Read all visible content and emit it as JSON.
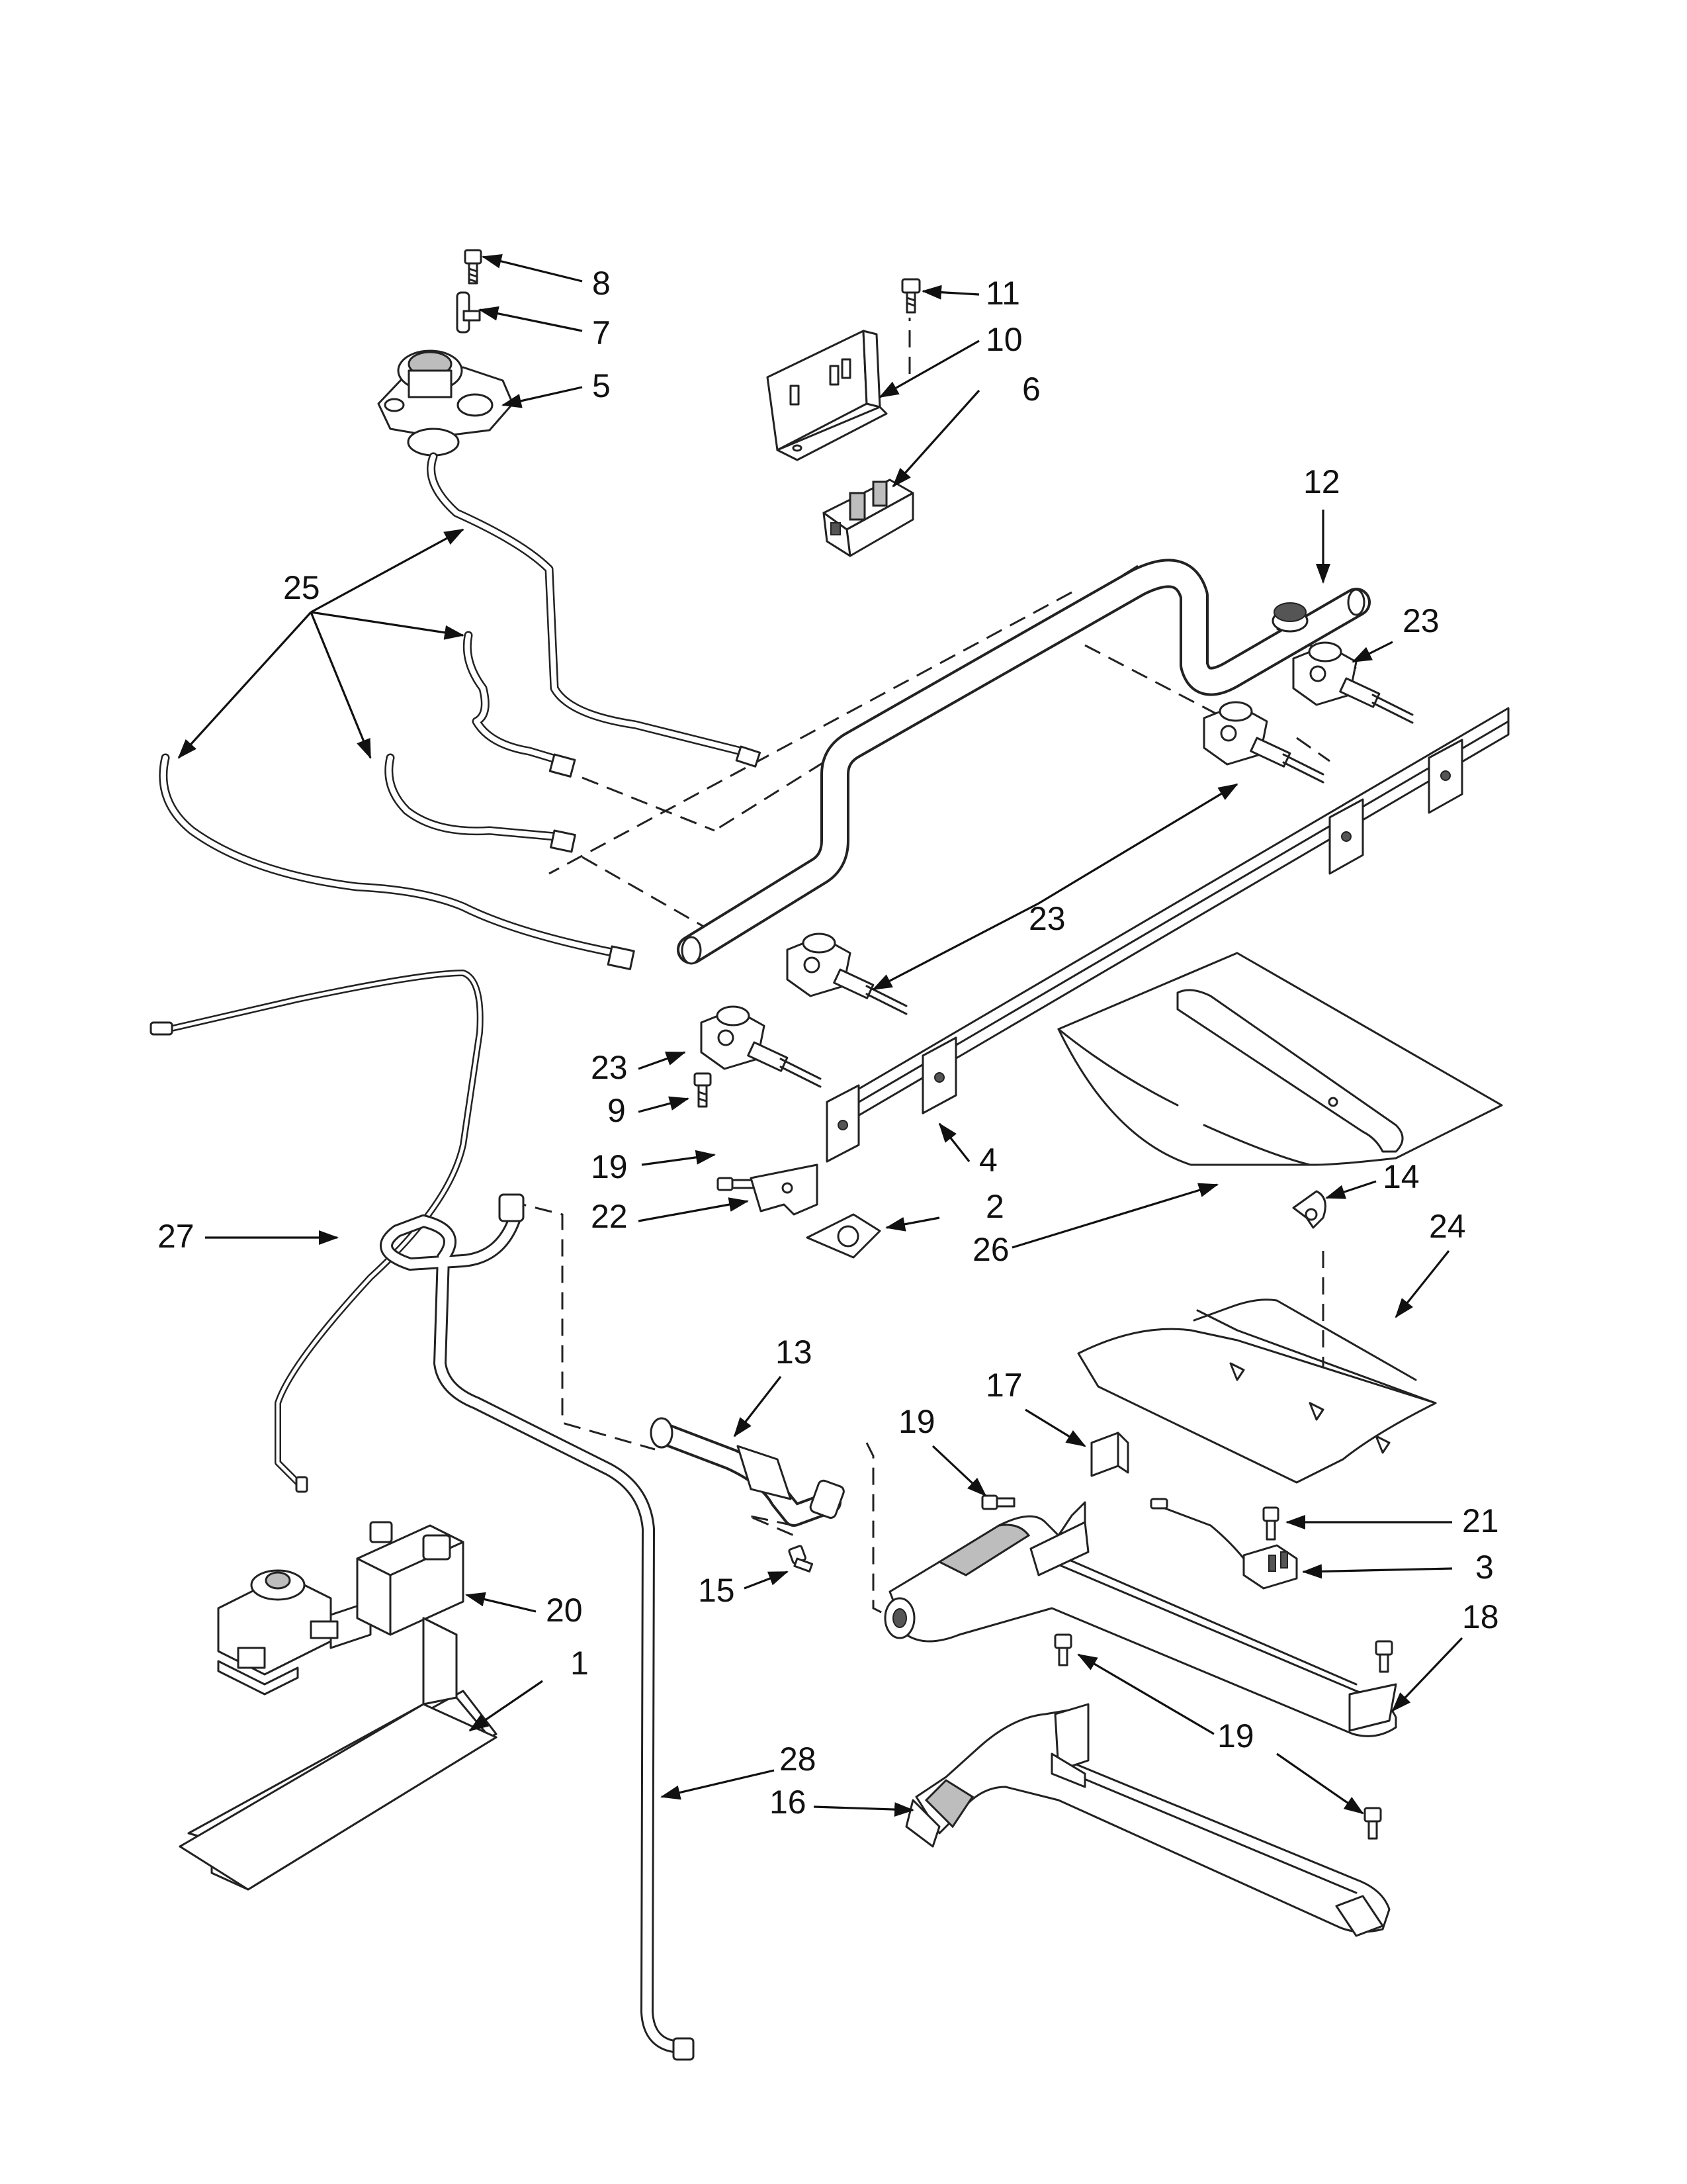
{
  "callouts": {
    "c1": "1",
    "c2": "2",
    "c3": "3",
    "c4": "4",
    "c5": "5",
    "c6": "6",
    "c7": "7",
    "c8": "8",
    "c9": "9",
    "c10": "10",
    "c11": "11",
    "c12": "12",
    "c13": "13",
    "c14": "14",
    "c15": "15",
    "c16": "16",
    "c17": "17",
    "c18": "18",
    "c19a": "19",
    "c19b": "19",
    "c19c": "19",
    "c20": "20",
    "c21": "21",
    "c22": "22",
    "c23a": "23",
    "c23b": "23",
    "c23c": "23",
    "c24": "24",
    "c25": "25",
    "c26": "26",
    "c27": "27",
    "c28": "28"
  },
  "colors": {
    "line": "#222222",
    "background": "#ffffff",
    "shading": "#bdbdbd"
  }
}
